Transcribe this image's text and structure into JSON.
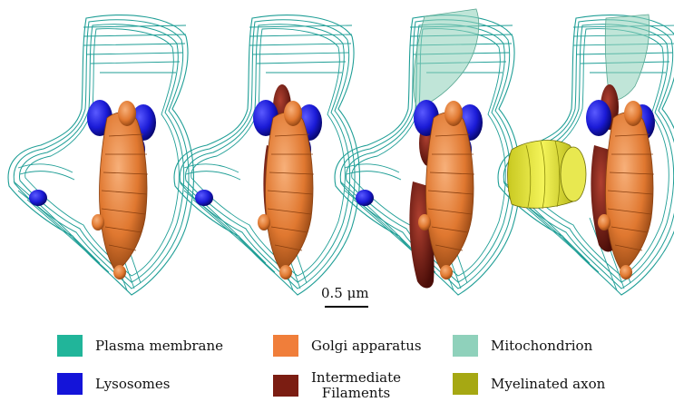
{
  "scale_bar": {
    "label": "0.5 μm"
  },
  "colors": {
    "plasma_membrane": "#1f9e96",
    "golgi": "#e8823a",
    "mitochondrion": "#8ccfb8",
    "lysosomes": "#1a1ad6",
    "intermediate_filaments": "#7a1e12",
    "myelinated_axon": "#a8a814"
  },
  "legend": [
    {
      "label": "Plasma membrane",
      "color": "#21b59a"
    },
    {
      "label": "Golgi apparatus",
      "color": "#f07e3a"
    },
    {
      "label": "Mitochondrion",
      "color": "#8fd1bb"
    },
    {
      "label": "Lysosomes",
      "color": "#1414d9"
    },
    {
      "label": "Intermediate\nFilaments",
      "color": "#7b1d12"
    },
    {
      "label": "Myelinated axon",
      "color": "#a6a813"
    }
  ]
}
